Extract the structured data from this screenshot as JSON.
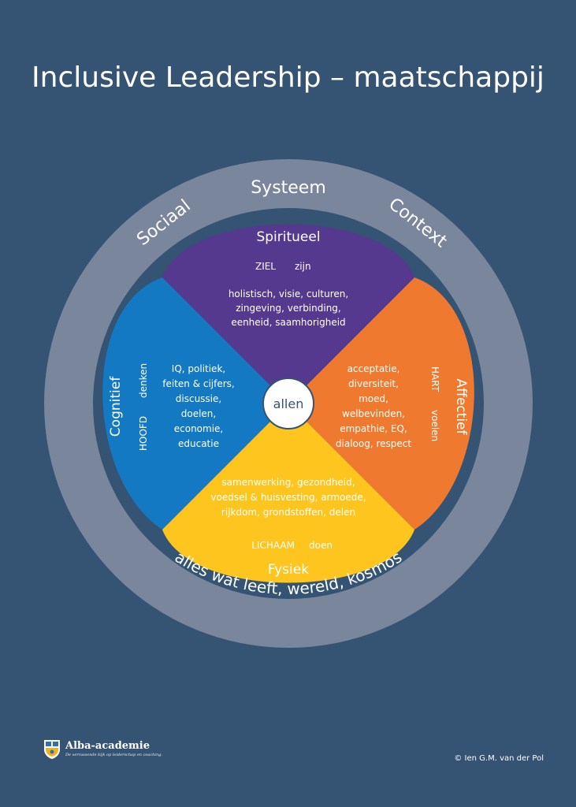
{
  "title": "Inclusive Leadership – maatschappij",
  "outer_ring": {
    "left": "Sociaal",
    "top": "Systeem",
    "right": "Context",
    "bottom": "alles wat leeft, wereld, kosmos"
  },
  "center": "allen",
  "quadrants": {
    "spiritueel": {
      "name": "Spiritueel",
      "keyword1": "ZIEL",
      "keyword2": "zijn",
      "lines": [
        "holistisch, visie, culturen,",
        "zingeving, verbinding,",
        "eenheid, saamhorigheid"
      ]
    },
    "affectief": {
      "name": "Affectief",
      "keyword1": "HART",
      "keyword2": "voelen",
      "lines": [
        "acceptatie,",
        "diversiteit,",
        "moed,",
        "welbevinden,",
        "empathie, EQ,",
        "dialoog, respect"
      ]
    },
    "fysiek": {
      "name": "Fysiek",
      "keyword1": "LICHAAM",
      "keyword2": "doen",
      "lines": [
        "samenwerking, gezondheid,",
        "voedsel & huisvesting, armoede,",
        "rijkdom, grondstoffen, delen"
      ]
    },
    "cognitief": {
      "name": "Cognitief",
      "keyword1": "HOOFD",
      "keyword2": "denken",
      "lines": [
        "IQ, politiek,",
        "feiten & cijfers,",
        "discussie,",
        "doelen,",
        "economie,",
        "educatie"
      ]
    }
  },
  "colors": {
    "background": "#355372",
    "ring": "#7a869b",
    "spiritueel": "#55398e",
    "affectief": "#ef7a2f",
    "fysiek": "#fdc51e",
    "cognitief": "#1479c3",
    "text": "#ffffff"
  },
  "footer": {
    "logo_name": "Alba-academie",
    "logo_tagline": "De verrassende kijk op leiderschap en coaching.",
    "logo_icon": "shield-icon",
    "copyright": "© Ien G.M. van der Pol"
  }
}
